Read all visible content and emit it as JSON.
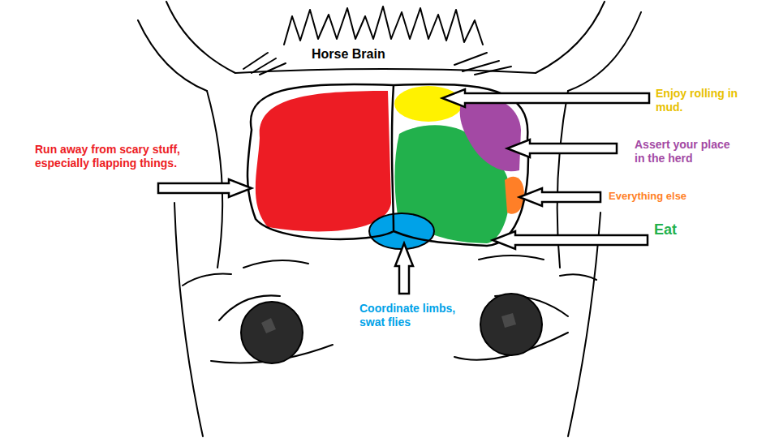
{
  "diagram": {
    "title": "Horse Brain",
    "labels": [
      "Enjoy rolling in mud.",
      "Run away from scary stuff, especially flapping things.",
      "Assert your place in the herd",
      "Everything else",
      "Eat",
      "Coordinate limbs, swat flies"
    ]
  }
}
